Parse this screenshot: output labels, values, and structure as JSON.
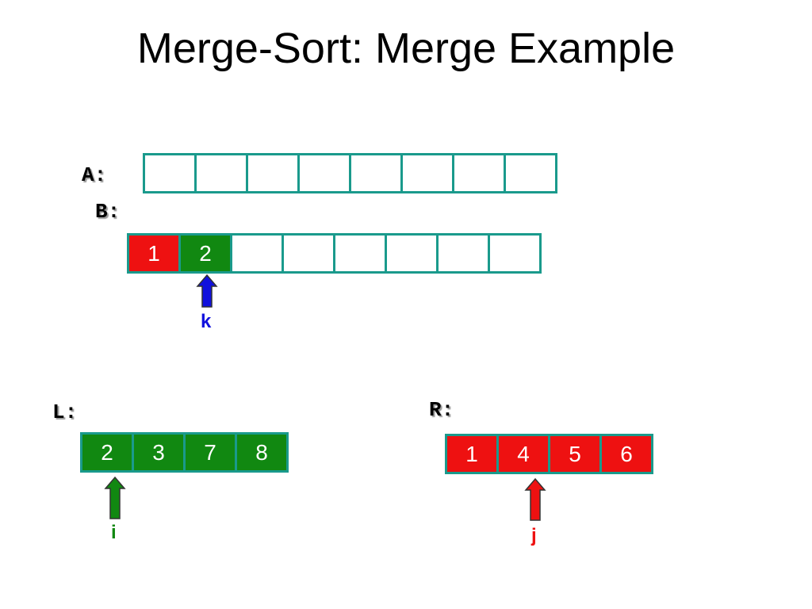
{
  "title": "Merge-Sort: Merge Example",
  "colors": {
    "border": "#1a9a8c",
    "red": "#ee1111",
    "green": "#118811",
    "blue": "#1111dd",
    "empty": "#ffffff"
  },
  "arrays": {
    "A": {
      "label": "A:",
      "cells": [
        "",
        "",
        "",
        "",
        "",
        "",
        "",
        ""
      ],
      "fills": [
        "empty",
        "empty",
        "empty",
        "empty",
        "empty",
        "empty",
        "empty",
        "empty"
      ]
    },
    "B": {
      "label": "B:",
      "cells": [
        "1",
        "2",
        "",
        "",
        "",
        "",
        "",
        ""
      ],
      "fills": [
        "red",
        "green",
        "empty",
        "empty",
        "empty",
        "empty",
        "empty",
        "empty"
      ]
    },
    "L": {
      "label": "L:",
      "cells": [
        "2",
        "3",
        "7",
        "8"
      ],
      "fills": [
        "green",
        "green",
        "green",
        "green"
      ]
    },
    "R": {
      "label": "R:",
      "cells": [
        "1",
        "4",
        "5",
        "6"
      ],
      "fills": [
        "red",
        "red",
        "red",
        "red"
      ]
    }
  },
  "pointers": {
    "k": {
      "label": "k",
      "color": "blue",
      "array": "B",
      "index": 1
    },
    "i": {
      "label": "i",
      "color": "green",
      "array": "L",
      "index": 0
    },
    "j": {
      "label": "j",
      "color": "red",
      "array": "R",
      "index": 1
    }
  }
}
